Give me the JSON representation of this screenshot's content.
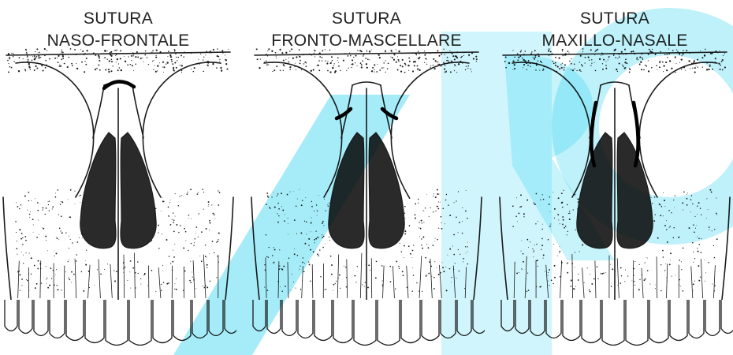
{
  "panels": [
    {
      "title_line1": "SUTURA",
      "title_line2": "NASO-FRONTALE"
    },
    {
      "title_line1": "SUTURA",
      "title_line2": "FRONTO-MASCELLARE"
    },
    {
      "title_line1": "SUTURA",
      "title_line2": "MAXILLO-NASALE"
    }
  ],
  "colors": {
    "line": "#1c1c1c",
    "cavity": "#2a2a2a",
    "watermark": "#00c8ec"
  }
}
